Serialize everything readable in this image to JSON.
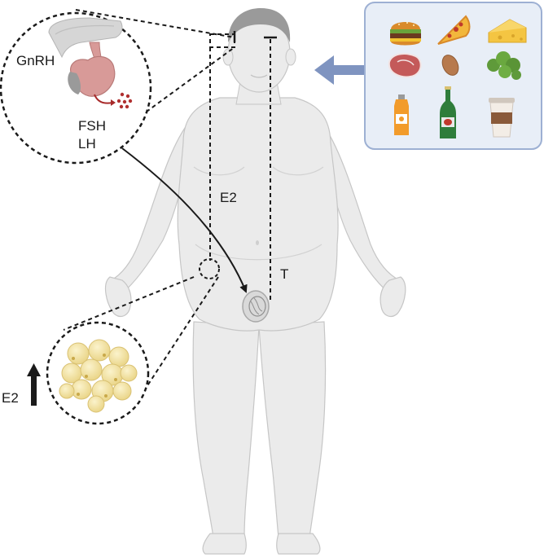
{
  "labels": {
    "gnrh": "GnRH",
    "fsh": "FSH",
    "lh": "LH",
    "e2_body": "E2",
    "t": "T",
    "e2_side": "E2"
  },
  "foods": [
    {
      "name": "burger"
    },
    {
      "name": "pizza"
    },
    {
      "name": "cheese"
    },
    {
      "name": "steak"
    },
    {
      "name": "almond"
    },
    {
      "name": "broccoli"
    },
    {
      "name": "juice"
    },
    {
      "name": "beer"
    },
    {
      "name": "coffee"
    }
  ],
  "colors": {
    "panel_fill": "#e8eef7",
    "panel_stroke": "#9db0d3",
    "arrow_blue": "#7f94c0",
    "body": "#ebebeb",
    "body_stroke": "#c6c6c6",
    "hair": "#9a9a9a",
    "fat_cell": "#f3e4a8",
    "pituitary": "#d89a98"
  }
}
